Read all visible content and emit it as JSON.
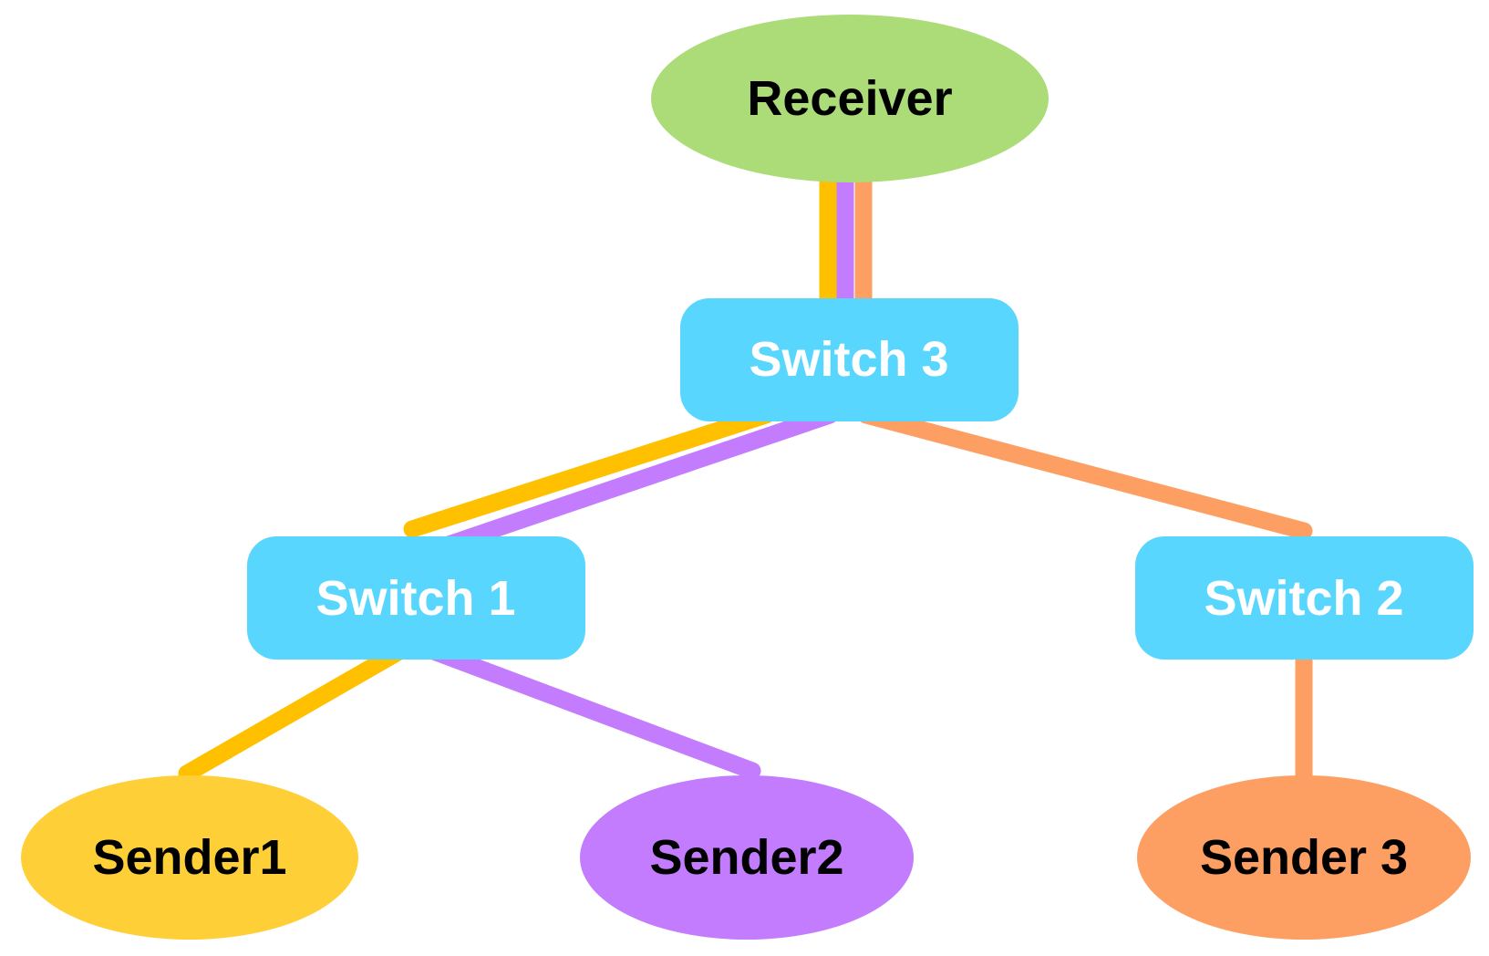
{
  "colors": {
    "receiver": "#acdc78",
    "switch": "#59d6fd",
    "sender1": "#ffcf37",
    "sender2": "#c27cfd",
    "sender3": "#fd9e62",
    "path_sender1": "#ffc000",
    "path_sender2": "#c27cfd",
    "path_sender3": "#fd9e62"
  },
  "nodes": {
    "receiver": {
      "label": "Receiver"
    },
    "switch3": {
      "label": "Switch 3"
    },
    "switch1": {
      "label": "Switch 1"
    },
    "switch2": {
      "label": "Switch 2"
    },
    "sender1": {
      "label": "Sender1"
    },
    "sender2": {
      "label": "Sender2"
    },
    "sender3": {
      "label": "Sender 3"
    }
  },
  "links": [
    {
      "from": "sender1",
      "to": "switch1",
      "flow": "sender1"
    },
    {
      "from": "sender2",
      "to": "switch1",
      "flow": "sender2"
    },
    {
      "from": "sender3",
      "to": "switch2",
      "flow": "sender3"
    },
    {
      "from": "switch1",
      "to": "switch3",
      "flow": "sender1"
    },
    {
      "from": "switch1",
      "to": "switch3",
      "flow": "sender2"
    },
    {
      "from": "switch2",
      "to": "switch3",
      "flow": "sender3"
    },
    {
      "from": "switch3",
      "to": "receiver",
      "flow": "sender1"
    },
    {
      "from": "switch3",
      "to": "receiver",
      "flow": "sender2"
    },
    {
      "from": "switch3",
      "to": "receiver",
      "flow": "sender3"
    }
  ]
}
